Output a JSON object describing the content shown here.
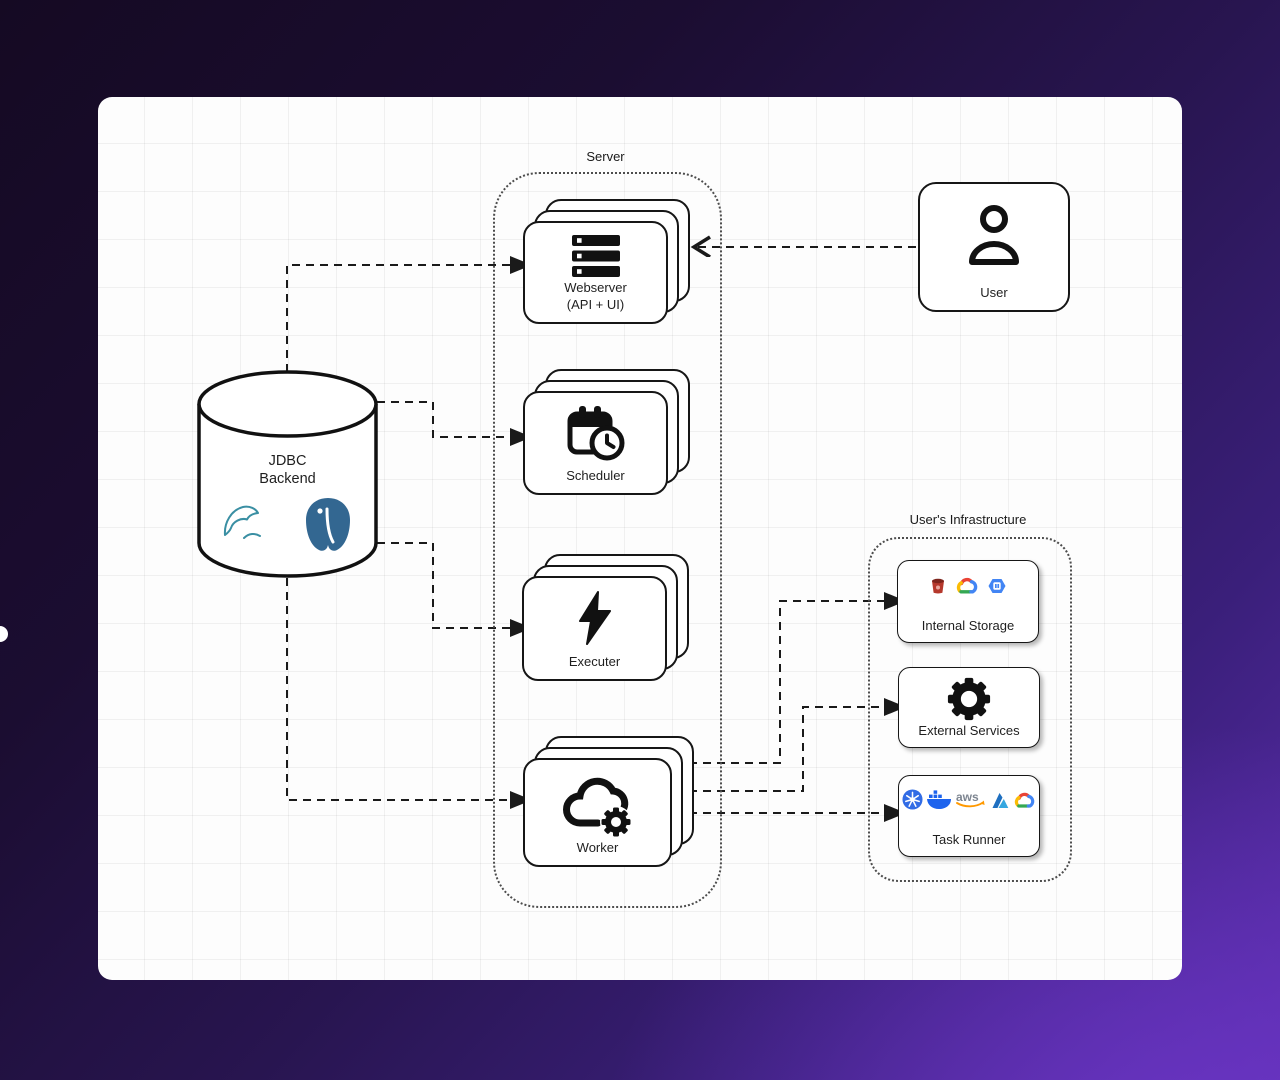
{
  "background": {
    "outer_gradient_start": "#150a23",
    "outer_gradient_end": "#5b2dad",
    "canvas_color": "#fdfdfd",
    "grid_color": "rgba(0,0,0,0.05)"
  },
  "groups": {
    "server": {
      "label": "Server"
    },
    "infrastructure": {
      "label": "User's Infrastructure"
    }
  },
  "nodes": {
    "webserver": {
      "title": "Webserver",
      "subtitle": "(API + UI)",
      "icon": "server-rack-icon",
      "stacked": true
    },
    "scheduler": {
      "title": "Scheduler",
      "icon": "calendar-clock-icon",
      "stacked": true
    },
    "executer": {
      "title": "Executer",
      "icon": "lightning-bolt-icon",
      "stacked": true
    },
    "worker": {
      "title": "Worker",
      "icon": "cloud-gear-icon",
      "stacked": true
    },
    "user": {
      "title": "User",
      "icon": "person-icon"
    },
    "jdbc_backend": {
      "title_line1": "JDBC",
      "title_line2": "Backend",
      "shape": "database-cylinder",
      "icons": [
        "mysql-dolphin-icon",
        "postgresql-elephant-icon"
      ]
    },
    "internal_storage": {
      "title": "Internal Storage",
      "icons": [
        "aws-s3-icon",
        "google-cloud-icon",
        "cloud-storage-hexagon-icon"
      ]
    },
    "external_services": {
      "title": "External Services",
      "icon": "gear-icon"
    },
    "task_runner": {
      "title": "Task Runner",
      "aws_text": "aws",
      "icons": [
        "kubernetes-icon",
        "docker-icon",
        "aws-icon",
        "azure-icon",
        "google-cloud-icon"
      ]
    }
  },
  "edges": [
    {
      "from": "jdbc_backend",
      "to": "webserver",
      "style": "dashed",
      "arrow": "filled"
    },
    {
      "from": "jdbc_backend",
      "to": "scheduler",
      "style": "dashed",
      "arrow": "filled"
    },
    {
      "from": "jdbc_backend",
      "to": "executer",
      "style": "dashed",
      "arrow": "filled"
    },
    {
      "from": "jdbc_backend",
      "to": "worker",
      "style": "dashed",
      "arrow": "filled"
    },
    {
      "from": "user",
      "to": "webserver",
      "style": "dashed",
      "arrow": "open"
    },
    {
      "from": "worker",
      "to": "internal_storage",
      "style": "dashed",
      "arrow": "filled"
    },
    {
      "from": "worker",
      "to": "external_services",
      "style": "dashed",
      "arrow": "filled"
    },
    {
      "from": "worker",
      "to": "task_runner",
      "style": "dashed",
      "arrow": "filled"
    }
  ],
  "colors": {
    "line": "#1a1a1a",
    "mysql_teal": "#3a8fa3",
    "postgres_blue": "#336791",
    "kubernetes_blue": "#326CE5",
    "docker_blue": "#1d63ed",
    "aws_orange": "#FF9900",
    "aws_gray": "#7d8590",
    "azure_blue": "#1e6fc0",
    "gcp_red": "#EA4335",
    "gcp_yellow": "#FBBC05",
    "gcp_green": "#34A853",
    "gcp_blue": "#4285F4",
    "s3_red": "#b5382c"
  }
}
